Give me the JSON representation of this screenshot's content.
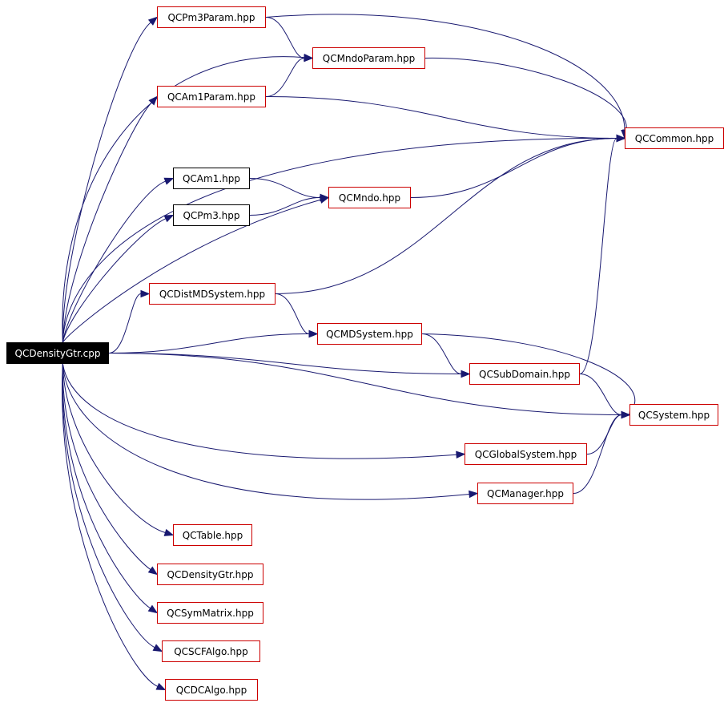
{
  "graph": {
    "colors": {
      "edge": "#191970",
      "node_border_missing": "#cc0000",
      "node_border_documented": "#000000",
      "root_fill": "#000000",
      "root_text": "#ffffff"
    },
    "nodes": [
      {
        "id": "root",
        "label": "QCDensityGtr.cpp",
        "kind": "root"
      },
      {
        "id": "pm3param",
        "label": "QCPm3Param.hpp",
        "kind": "missing"
      },
      {
        "id": "mndoparam",
        "label": "QCMndoParam.hpp",
        "kind": "missing"
      },
      {
        "id": "am1param",
        "label": "QCAm1Param.hpp",
        "kind": "missing"
      },
      {
        "id": "common",
        "label": "QCCommon.hpp",
        "kind": "missing"
      },
      {
        "id": "am1",
        "label": "QCAm1.hpp",
        "kind": "documented"
      },
      {
        "id": "mndo",
        "label": "QCMndo.hpp",
        "kind": "missing"
      },
      {
        "id": "pm3",
        "label": "QCPm3.hpp",
        "kind": "documented"
      },
      {
        "id": "distmd",
        "label": "QCDistMDSystem.hpp",
        "kind": "missing"
      },
      {
        "id": "mdsystem",
        "label": "QCMDSystem.hpp",
        "kind": "missing"
      },
      {
        "id": "subdomain",
        "label": "QCSubDomain.hpp",
        "kind": "missing"
      },
      {
        "id": "system",
        "label": "QCSystem.hpp",
        "kind": "missing"
      },
      {
        "id": "globalsys",
        "label": "QCGlobalSystem.hpp",
        "kind": "missing"
      },
      {
        "id": "manager",
        "label": "QCManager.hpp",
        "kind": "missing"
      },
      {
        "id": "table",
        "label": "QCTable.hpp",
        "kind": "missing"
      },
      {
        "id": "densitygtr",
        "label": "QCDensityGtr.hpp",
        "kind": "missing"
      },
      {
        "id": "symmatrix",
        "label": "QCSymMatrix.hpp",
        "kind": "missing"
      },
      {
        "id": "scfalgo",
        "label": "QCSCFAlgo.hpp",
        "kind": "missing"
      },
      {
        "id": "dcalgo",
        "label": "QCDCAlgo.hpp",
        "kind": "missing"
      }
    ],
    "edges": [
      {
        "from": "root",
        "to": "pm3param"
      },
      {
        "from": "root",
        "to": "mndoparam"
      },
      {
        "from": "root",
        "to": "am1param"
      },
      {
        "from": "root",
        "to": "common"
      },
      {
        "from": "root",
        "to": "am1"
      },
      {
        "from": "root",
        "to": "pm3"
      },
      {
        "from": "root",
        "to": "mndo"
      },
      {
        "from": "root",
        "to": "distmd"
      },
      {
        "from": "root",
        "to": "mdsystem"
      },
      {
        "from": "root",
        "to": "subdomain"
      },
      {
        "from": "root",
        "to": "system"
      },
      {
        "from": "root",
        "to": "globalsys"
      },
      {
        "from": "root",
        "to": "manager"
      },
      {
        "from": "root",
        "to": "table"
      },
      {
        "from": "root",
        "to": "densitygtr"
      },
      {
        "from": "root",
        "to": "symmatrix"
      },
      {
        "from": "root",
        "to": "scfalgo"
      },
      {
        "from": "root",
        "to": "dcalgo"
      },
      {
        "from": "pm3param",
        "to": "mndoparam"
      },
      {
        "from": "pm3param",
        "to": "common"
      },
      {
        "from": "am1param",
        "to": "mndoparam"
      },
      {
        "from": "am1param",
        "to": "common"
      },
      {
        "from": "mndoparam",
        "to": "common"
      },
      {
        "from": "am1",
        "to": "mndo"
      },
      {
        "from": "pm3",
        "to": "mndo"
      },
      {
        "from": "mndo",
        "to": "common"
      },
      {
        "from": "distmd",
        "to": "common"
      },
      {
        "from": "distmd",
        "to": "mdsystem"
      },
      {
        "from": "mdsystem",
        "to": "subdomain"
      },
      {
        "from": "mdsystem",
        "to": "system"
      },
      {
        "from": "subdomain",
        "to": "common"
      },
      {
        "from": "subdomain",
        "to": "system"
      },
      {
        "from": "globalsys",
        "to": "system"
      },
      {
        "from": "manager",
        "to": "system"
      }
    ]
  }
}
